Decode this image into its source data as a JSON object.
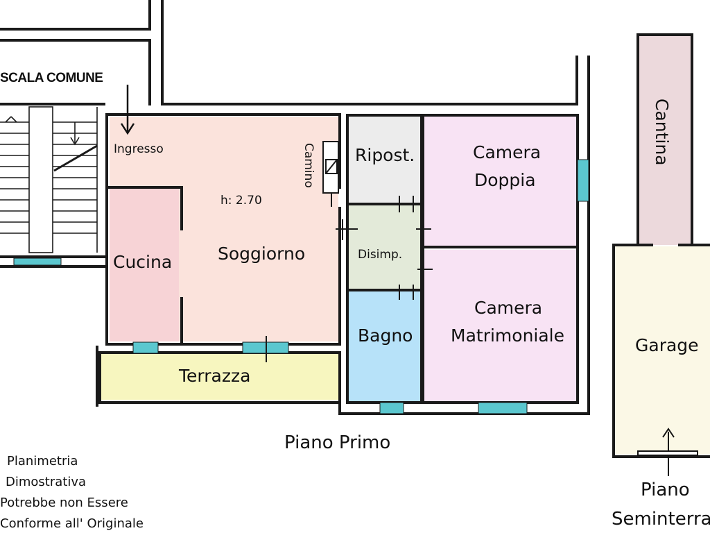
{
  "colors": {
    "wall": "#1a1a1a",
    "living": "#fbe3dc",
    "kitchen": "#f7d3d6",
    "storage": "#ececec",
    "hall": "#e3ead9",
    "bath": "#b7e2f9",
    "bedroom": "#f8e3f4",
    "terrace": "#f7f6bf",
    "cellar": "#ecd9dc",
    "garage": "#fbf8e6",
    "window": "#5bc7cf"
  },
  "floor_plan": {
    "stairs_label": "SCALA COMUNE",
    "entrance_label": "Ingresso",
    "fireplace_label": "Camino",
    "ceiling_height": "h: 2.70",
    "rooms": {
      "living": "Soggiorno",
      "kitchen": "Cucina",
      "storage": "Ripost.",
      "hall": "Disimp.",
      "bath": "Bagno",
      "bedroom_double_line1": "Camera",
      "bedroom_double_line2": "Doppia",
      "bedroom_master_line1": "Camera",
      "bedroom_master_line2": "Matrimoniale",
      "terrace": "Terrazza"
    },
    "floor_label": "Piano Primo"
  },
  "basement": {
    "rooms": {
      "cellar": "Cantina",
      "garage": "Garage"
    },
    "floor_label_line1": "Piano",
    "floor_label_line2": "Seminterrato"
  },
  "disclaimer": {
    "line1": "Planimetria",
    "line2": "Dimostrativa",
    "line3": "Potrebbe non Essere",
    "line4": "Conforme all' Originale"
  },
  "icons": [
    "entrance-arrow-icon",
    "garage-entrance-arrow-icon",
    "fireplace-icon",
    "stairs-icon"
  ]
}
